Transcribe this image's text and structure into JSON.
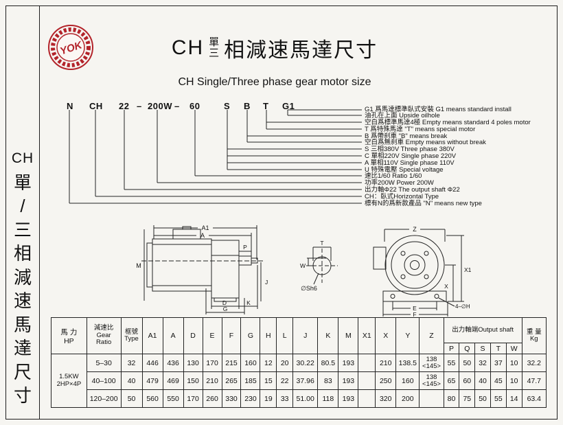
{
  "logo": {
    "text": "YOK"
  },
  "title": {
    "prefix": "CH",
    "stack_top": "單",
    "stack_bottom": "三",
    "suffix": "相減速馬達尺寸",
    "subtitle": "CH Single/Three phase gear motor size"
  },
  "leftbar": [
    "CH",
    "單",
    "/",
    "三",
    "相",
    "減",
    "速",
    "馬",
    "達",
    "尺",
    "寸"
  ],
  "code": [
    "N",
    "CH",
    "22",
    "–",
    "200W",
    "–",
    "60",
    "S",
    "B",
    "T",
    "G1"
  ],
  "annotations": [
    "G1 爲馬達標準臥式安裝  G1 means standard install",
    "油孔在上面  Upside oilhole",
    "空白爲標準馬達4極  Empty means standard 4 poles motor",
    "T 爲特殊馬達  \"T\" means special motor",
    "B 爲帶刹車  \"B\" means break",
    "空白爲無刹車  Empty means without break",
    "S 三相380V  Three phase 380V",
    "C 單相220V  Single phase 220V",
    "A 單相110V  Single phase 110V",
    "U 特殊電壓  Special voltage",
    "速比1/60  Ratio 1/60",
    "功率200W  Power 200W",
    "出力軸Φ22  The output shaft Φ22",
    "CH：臥式Horizontal Type",
    "標有N的爲新款產品  \"N\" means new type"
  ],
  "drawing": {
    "a1": "A1",
    "a": "A",
    "m": "M",
    "p": "P",
    "j": "J",
    "d": "D",
    "g": "G",
    "k": "K",
    "t": "T",
    "w": "W",
    "sh6": "∅Sh6",
    "z": "Z",
    "x": "X",
    "x1": "X1",
    "e": "E",
    "f": "F",
    "holes": "4–∅H"
  },
  "table": {
    "hp1": "馬 力",
    "hp2": "HP",
    "ratio1": "減速比",
    "ratio2": "Gear",
    "ratio3": "Ratio",
    "type1": "框號",
    "type2": "Type",
    "dims": [
      "A1",
      "A",
      "D",
      "E",
      "F",
      "G",
      "H",
      "L",
      "J",
      "K",
      "M",
      "X1",
      "X",
      "Y",
      "Z"
    ],
    "out": "出力軸端Output shaft",
    "sub": [
      "P",
      "Q",
      "S",
      "T",
      "W"
    ],
    "w1": "重 量",
    "w2": "Kg",
    "hpv1": "1.5KW",
    "hpv2": "2HP×4P",
    "rows": [
      [
        "5–30",
        "32",
        "446",
        "436",
        "130",
        "170",
        "215",
        "160",
        "12",
        "20",
        "30.22",
        "80.5",
        "193",
        "",
        "210",
        "138.5",
        "138",
        "<145>",
        "55",
        "50",
        "32",
        "37",
        "10",
        "32.2"
      ],
      [
        "40–100",
        "40",
        "479",
        "469",
        "150",
        "210",
        "265",
        "185",
        "15",
        "22",
        "37.96",
        "83",
        "193",
        "",
        "250",
        "160",
        "138",
        "<145>",
        "65",
        "60",
        "40",
        "45",
        "10",
        "47.7"
      ],
      [
        "120–200",
        "50",
        "560",
        "550",
        "170",
        "260",
        "330",
        "230",
        "19",
        "33",
        "51.00",
        "118",
        "193",
        "",
        "320",
        "200",
        "",
        "",
        "80",
        "75",
        "50",
        "55",
        "14",
        "63.4"
      ]
    ]
  }
}
